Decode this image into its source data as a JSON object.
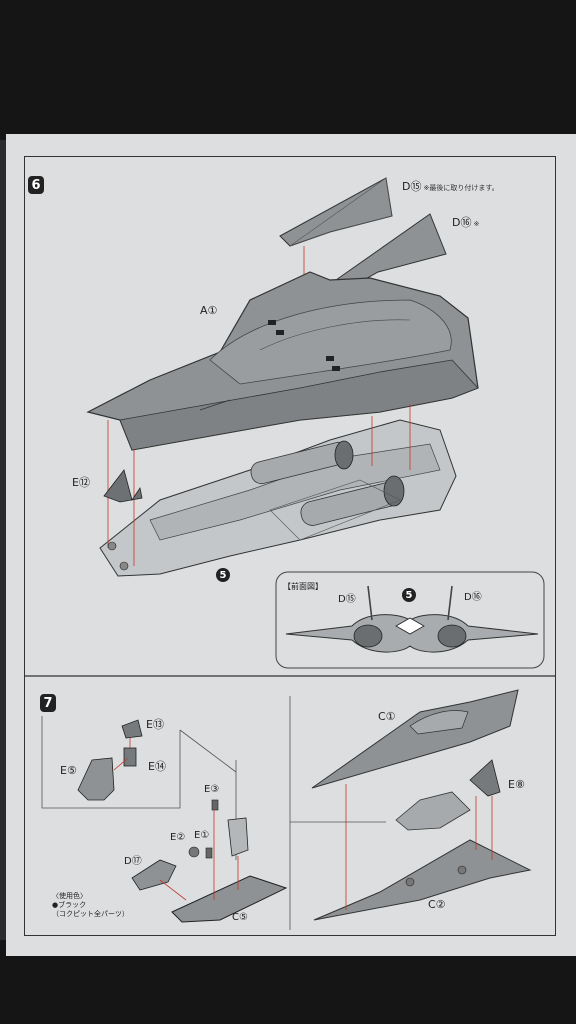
{
  "steps": {
    "six": "6",
    "seven": "7",
    "five": "5"
  },
  "step6": {
    "d15": {
      "code": "D⑮",
      "note": "※最後に取り付けます。"
    },
    "d16": {
      "code": "D⑯",
      "note": "※"
    },
    "a1": "A①",
    "e12": "E⑫",
    "front_view": {
      "title": "【前面図】",
      "left": "D⑮",
      "right": "D⑯",
      "center": "5"
    }
  },
  "step7": {
    "e13": "E⑬",
    "e14": "E⑭",
    "e5": "E⑤",
    "e3": "E③",
    "e2": "E②",
    "e1": "E①",
    "d17": "D⑰",
    "c5": "C⑤",
    "c1": "C①",
    "e8": "E⑧",
    "c2": "C②",
    "colors_title": "〈使用色〉",
    "colors_item": "●ブラック",
    "colors_sub": "（コクピット全パーツ）"
  },
  "colors": {
    "paper": "#dcdedf",
    "part": "#8f9294",
    "line_red": "#c0392b",
    "ink": "#222222"
  }
}
